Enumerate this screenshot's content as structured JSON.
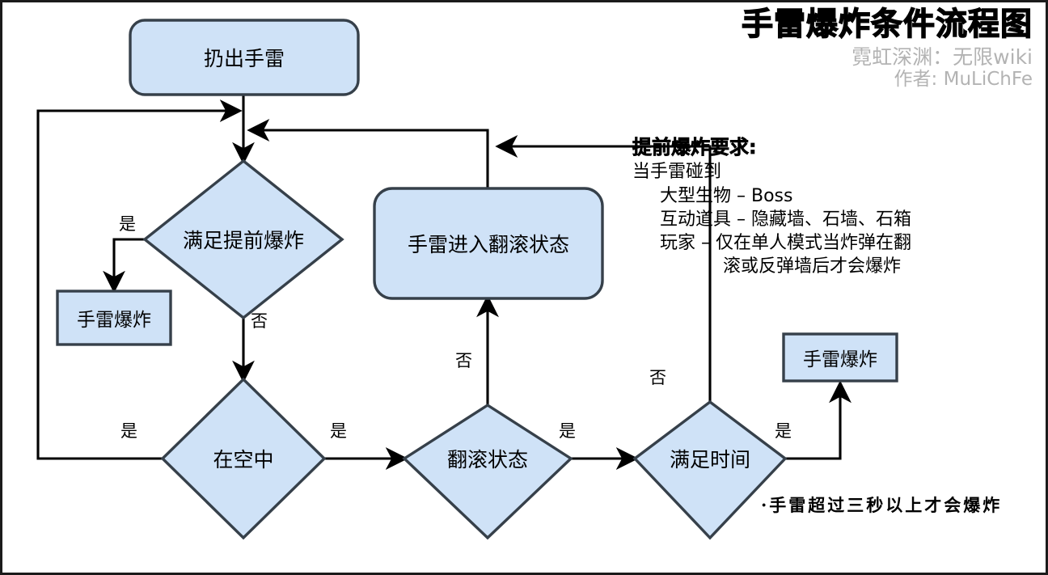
{
  "header": {
    "title": "手雷爆炸条件流程图",
    "subtitle": "霓虹深渊：无限wiki",
    "author": "作者: MuLiChFe"
  },
  "palette": {
    "node_fill": "#cfe2f7",
    "node_stroke": "#36404a",
    "line": "#000000",
    "subtitle_gray": "#b3b3b3",
    "page_border": "#1b1b1b",
    "background": "#ffffff"
  },
  "nodes": [
    {
      "id": "throw",
      "label": "扔出手雷",
      "shape": "rounded-rect"
    },
    {
      "id": "pre-explode",
      "label": "满足提前爆炸",
      "shape": "diamond"
    },
    {
      "id": "explode-left",
      "label": "手雷爆炸",
      "shape": "rect"
    },
    {
      "id": "in-air",
      "label": "在空中",
      "shape": "diamond"
    },
    {
      "id": "roll-state",
      "label": "翻滚状态",
      "shape": "diamond"
    },
    {
      "id": "enter-roll",
      "label": "手雷进入翻滚状态",
      "shape": "rounded-rect"
    },
    {
      "id": "time-ok",
      "label": "满足时间",
      "shape": "diamond"
    },
    {
      "id": "explode-right",
      "label": "手雷爆炸",
      "shape": "rect"
    }
  ],
  "edge_labels": {
    "pre_yes": "是",
    "pre_no": "否",
    "air_yes": "是",
    "roll_yes": "是",
    "roll_no": "否",
    "time_yes": "是",
    "time_no": "否"
  },
  "requirements": {
    "title": "提前爆炸要求:",
    "intro": "当手雷碰到",
    "items": [
      "大型生物 – Boss",
      "互动道具 – 隐藏墙、石墙、石箱",
      "玩家 – 仅在单人模式当炸弹在翻"
    ],
    "continuation": "滚或反弹墙后才会爆炸"
  },
  "bottom_note": "·手雷超过三秒以上才会爆炸"
}
